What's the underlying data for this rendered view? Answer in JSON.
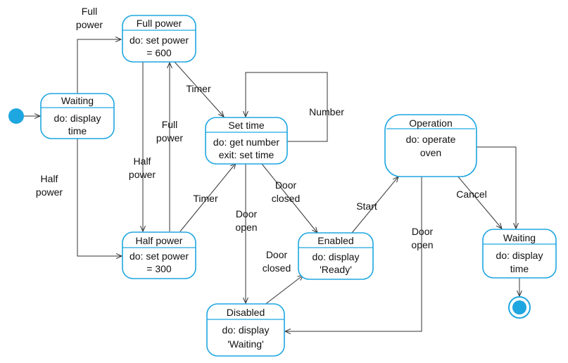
{
  "states": {
    "waiting": {
      "title": "Waiting",
      "line1": "do: display",
      "line2": "time"
    },
    "full_power": {
      "title": "Full power",
      "line1": "do: set power",
      "line2": "= 600"
    },
    "half_power": {
      "title": "Half power",
      "line1": "do: set power",
      "line2": "= 300"
    },
    "set_time": {
      "title": "Set time",
      "line1": "do: get number",
      "line2": "exit: set time"
    },
    "disabled": {
      "title": "Disabled",
      "line1": "do: display",
      "line2": "'Waiting'"
    },
    "enabled": {
      "title": "Enabled",
      "line1": "do: display",
      "line2": "'Ready'"
    },
    "operation": {
      "title": "Operation",
      "line1": "do: operate",
      "line2": "oven"
    },
    "waiting_final": {
      "title": "Waiting",
      "line1": "do: display",
      "line2": "time"
    }
  },
  "transitions": {
    "full_power_top": [
      "Full",
      "power"
    ],
    "half_power_left": [
      "Half",
      "power"
    ],
    "full_to_half": [
      "Half",
      "power"
    ],
    "half_to_full": [
      "Full",
      "power"
    ],
    "full_timer": "Timer",
    "half_timer": "Timer",
    "number": "Number",
    "settime_door_open": [
      "Door",
      "open"
    ],
    "settime_door_closed": [
      "Door",
      "closed"
    ],
    "disabled_door_closed": [
      "Door",
      "closed"
    ],
    "start": "Start",
    "operation_door_open": [
      "Door",
      "open"
    ],
    "cancel": "Cancel"
  },
  "colors": {
    "state_border": "#1ea6e0",
    "pseudo_state": "#1ea6e0",
    "edge": "#333333",
    "text": "#111111"
  }
}
